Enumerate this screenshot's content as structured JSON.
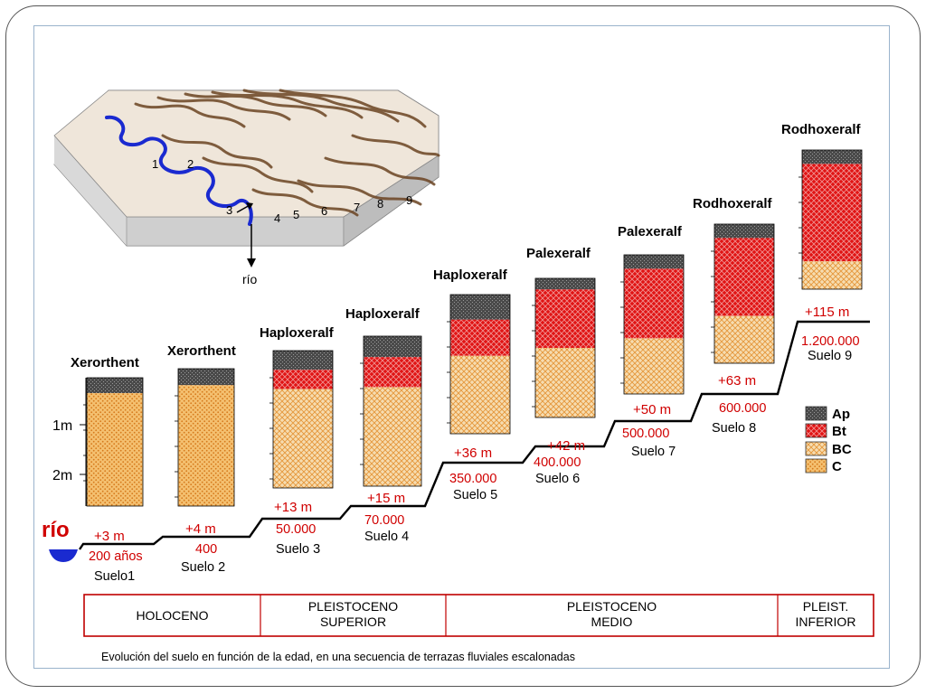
{
  "colors": {
    "ap": "#555555",
    "bt": "#e01414",
    "bc": "#f1c98a",
    "c": "#f0b25a",
    "red_text": "#d00000",
    "river": "#1a2ad0"
  },
  "river_label": "río",
  "block_river_label": "río",
  "block_numbers": [
    "1",
    "2",
    "3",
    "4",
    "5",
    "6",
    "7",
    "8",
    "9"
  ],
  "scale": {
    "m1": "1m",
    "m2": "2m"
  },
  "soils": [
    {
      "name": "Xerorthent",
      "elev": "+3 m",
      "age": "200 años",
      "suelo": "Suelo1",
      "profile": [
        0.12,
        0,
        0,
        0.88
      ]
    },
    {
      "name": "Xerorthent",
      "elev": "+4 m",
      "age": "400",
      "suelo": "Suelo 2",
      "profile": [
        0.12,
        0,
        0,
        0.88
      ]
    },
    {
      "name": "Haploxeralf",
      "elev": "+13 m",
      "age": "50.000",
      "suelo": "Suelo 3",
      "profile": [
        0.14,
        0.14,
        0.72,
        0
      ]
    },
    {
      "name": "Haploxeralf",
      "elev": "+15 m",
      "age": "70.000",
      "suelo": "Suelo 4",
      "profile": [
        0.14,
        0.2,
        0.66,
        0
      ]
    },
    {
      "name": "Haploxeralf",
      "elev": "+36 m",
      "age": "350.000",
      "suelo": "Suelo 5",
      "profile": [
        0.18,
        0.26,
        0.56,
        0
      ]
    },
    {
      "name": "Palexeralf",
      "elev": "+42 m",
      "age": "400.000",
      "suelo": "Suelo 6",
      "profile": [
        0.08,
        0.42,
        0.5,
        0
      ]
    },
    {
      "name": "Palexeralf",
      "elev": "+50 m",
      "age": "500.000",
      "suelo": "Suelo 7",
      "profile": [
        0.1,
        0.5,
        0.4,
        0
      ]
    },
    {
      "name": "Rodhoxeralf",
      "elev": "+63 m",
      "age": "600.000",
      "suelo": "Suelo 8",
      "profile": [
        0.1,
        0.56,
        0.34,
        0
      ]
    },
    {
      "name": "Rodhoxeralf",
      "elev": "+115 m",
      "age": "1.200.000",
      "suelo": "Suelo 9",
      "profile": [
        0.1,
        0.7,
        0.2,
        0
      ]
    }
  ],
  "legend": [
    {
      "key": "ap",
      "label": "Ap"
    },
    {
      "key": "bt",
      "label": "Bt"
    },
    {
      "key": "bc",
      "label": "BC"
    },
    {
      "key": "c",
      "label": "C"
    }
  ],
  "periods": [
    {
      "lines": [
        "HOLOCENO"
      ]
    },
    {
      "lines": [
        "PLEISTOCENO",
        "SUPERIOR"
      ]
    },
    {
      "lines": [
        "PLEISTOCENO",
        "MEDIO"
      ]
    },
    {
      "lines": [
        "PLEIST.",
        "INFERIOR"
      ]
    }
  ],
  "caption": "Evolución del suelo en función de la edad, en una secuencia de terrazas fluviales escalonadas"
}
